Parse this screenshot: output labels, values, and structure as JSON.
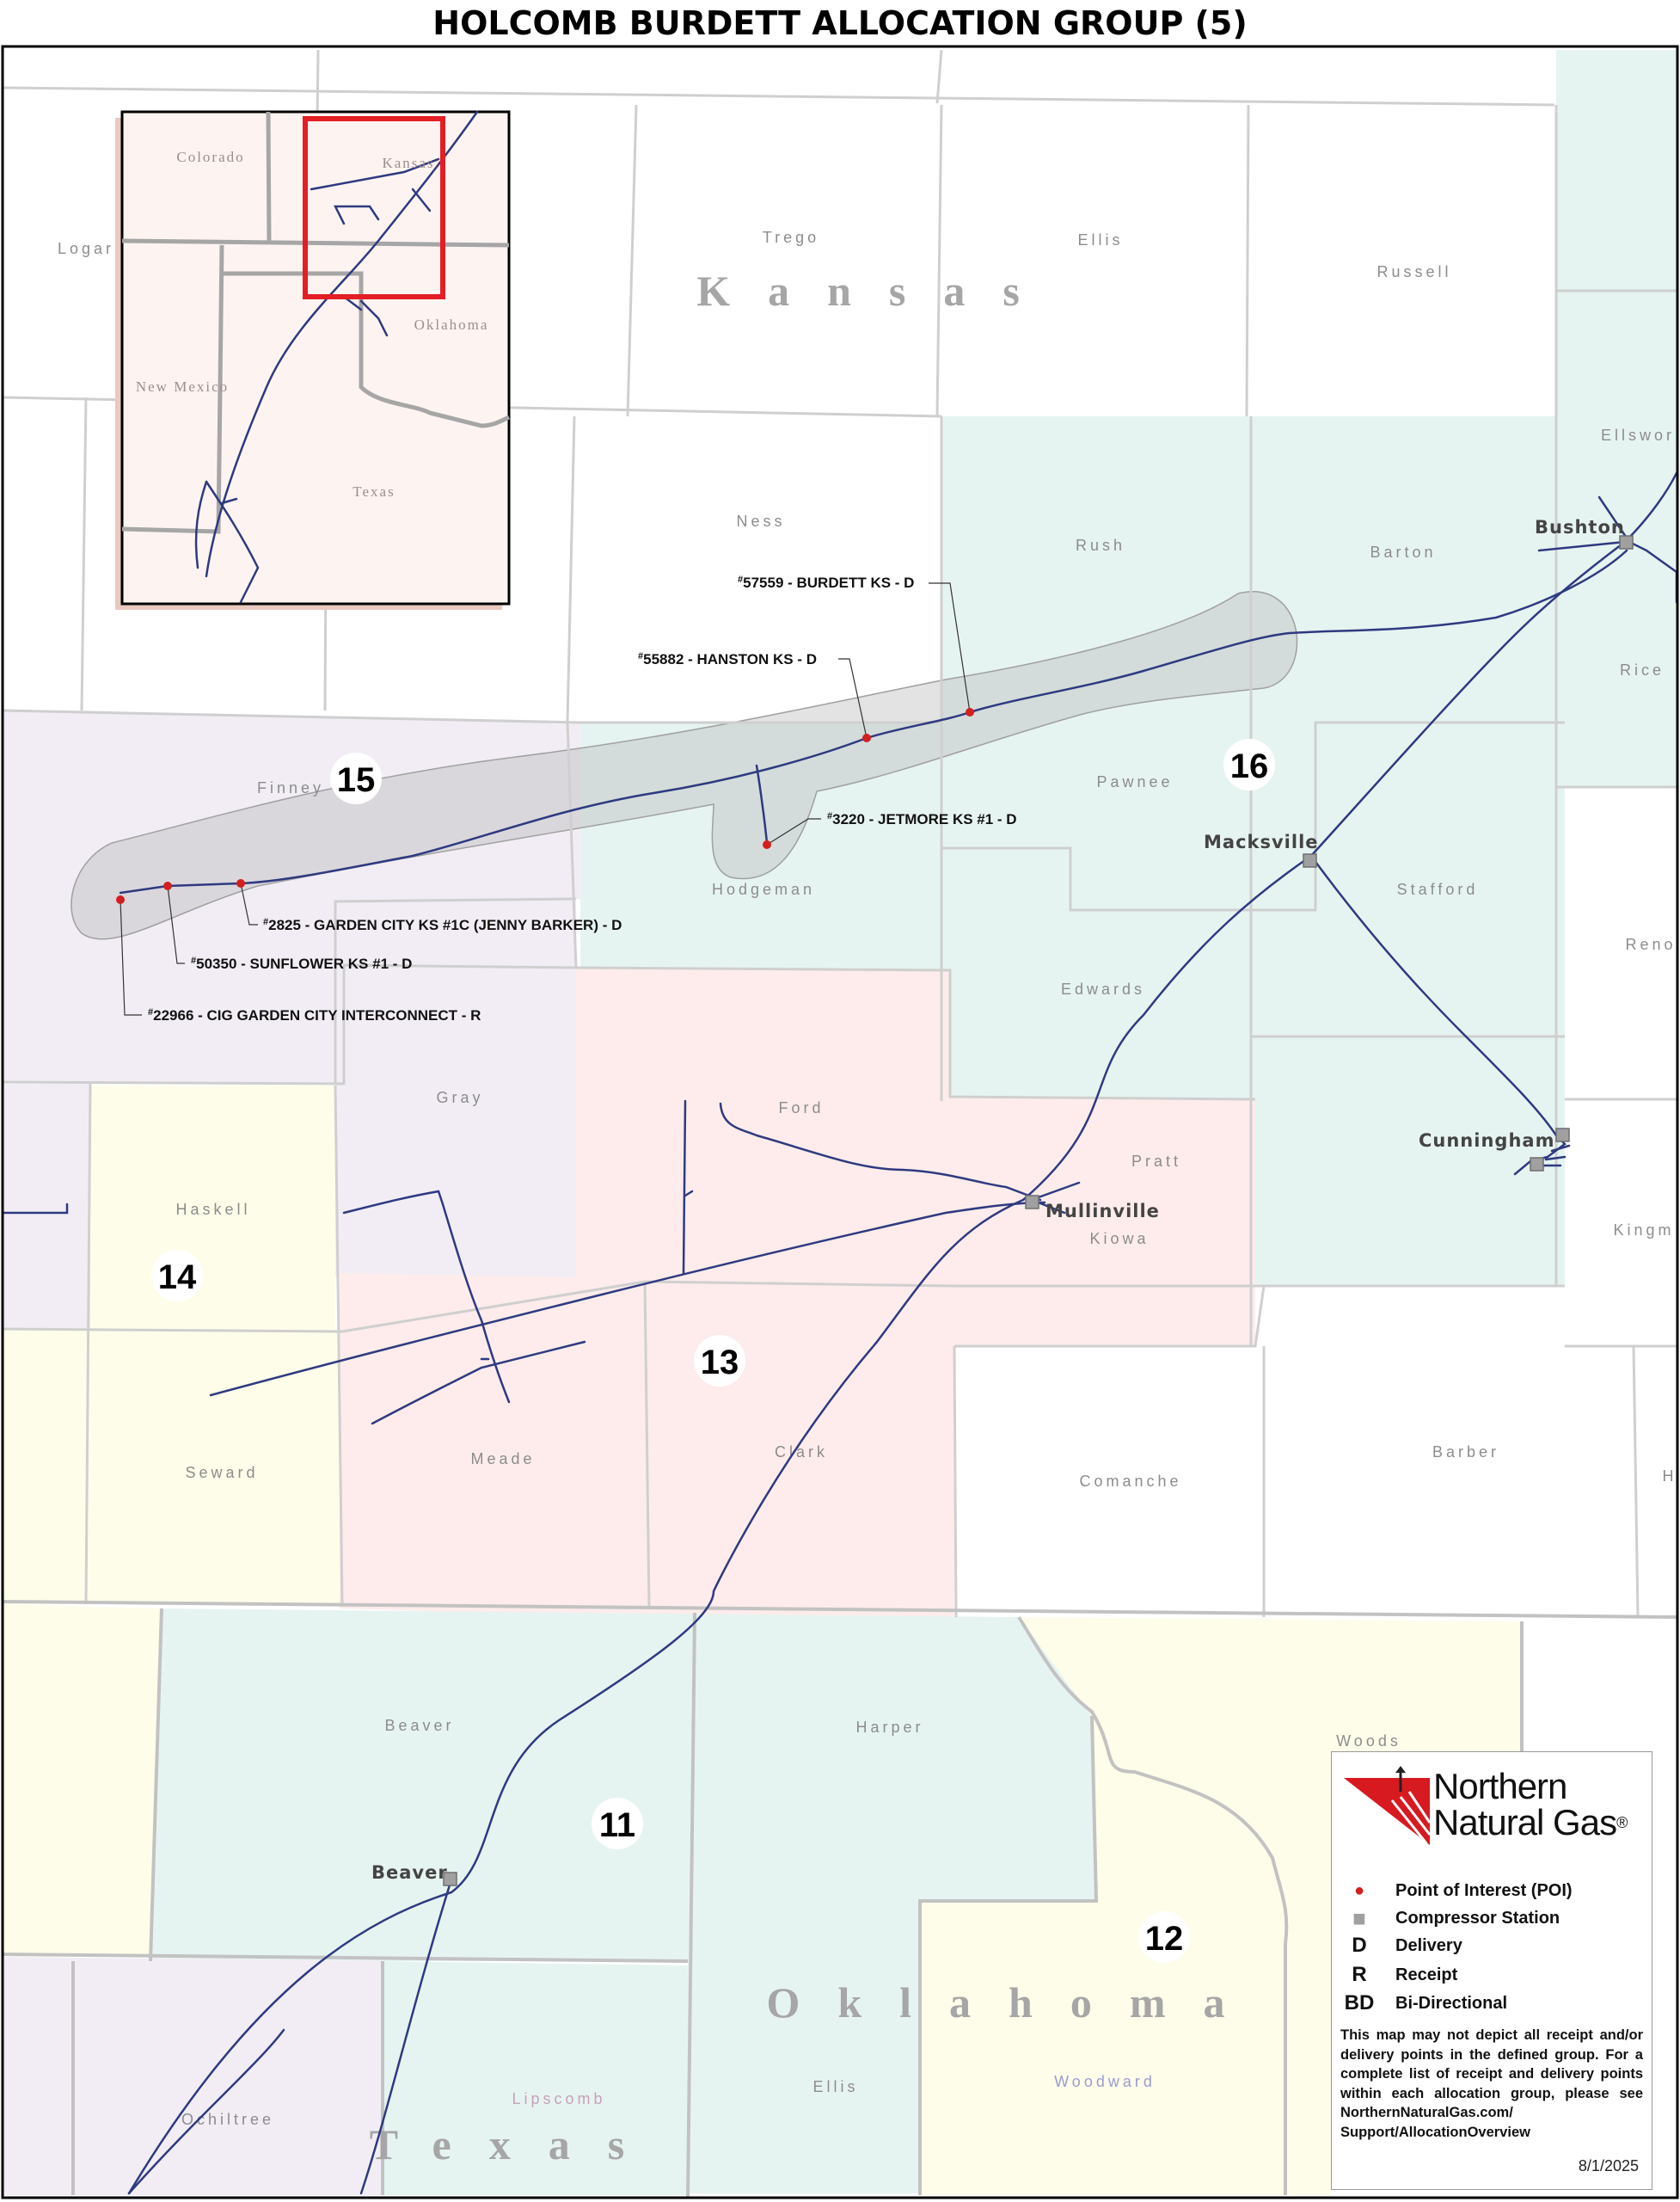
{
  "title": "HOLCOMB BURDETT ALLOCATION GROUP (5)",
  "states": {
    "kansas": "Kansas",
    "oklahoma": "Oklahoma",
    "texas": "Texas"
  },
  "counties": {
    "logan": "Logar",
    "trego": "Trego",
    "ellis_ks": "Ellis",
    "russell": "Russell",
    "ellsworth": "Ellswor",
    "ness": "Ness",
    "rush": "Rush",
    "barton": "Barton",
    "rice": "Rice",
    "finney": "Finney",
    "hodgeman": "Hodgeman",
    "pawnee": "Pawnee",
    "stafford": "Stafford",
    "reno": "Reno",
    "edwards": "Edwards",
    "gray": "Gray",
    "ford": "Ford",
    "pratt": "Pratt",
    "kingman": "Kingm",
    "haskell": "Haskell",
    "kiowa": "Kiowa",
    "seward": "Seward",
    "meade": "Meade",
    "clark": "Clark",
    "comanche": "Comanche",
    "barber": "Barber",
    "harper_ks": "H",
    "beaver": "Beaver",
    "harper_ok": "Harper",
    "woods": "Woods",
    "ellis_ok": "Ellis",
    "woodward": "Woodward",
    "ochiltree": "Ochiltree",
    "lipscomb": "Lipscomb"
  },
  "inset": {
    "colorado": "Colorado",
    "kansas": "Kansas",
    "oklahoma": "Oklahoma",
    "new_mexico": "New Mexico",
    "texas": "Texas"
  },
  "group_numbers": {
    "g15": "15",
    "g16": "16",
    "g14": "14",
    "g13": "13",
    "g11": "11",
    "g12": "12"
  },
  "stations": {
    "bushton": "Bushton",
    "macksville": "Macksville",
    "cunningham": "Cunningham",
    "mullinville": "Mullinville",
    "beaver": "Beaver"
  },
  "pois": [
    {
      "hash": "#",
      "label": "57559 - BURDETT KS - D"
    },
    {
      "hash": "#",
      "label": "55882 - HANSTON KS - D"
    },
    {
      "hash": "#",
      "label": "3220 - JETMORE KS #1 - D"
    },
    {
      "hash": "#",
      "label": "2825 - GARDEN CITY KS #1C (JENNY BARKER) - D"
    },
    {
      "hash": "#",
      "label": "50350 - SUNFLOWER KS #1 - D"
    },
    {
      "hash": "#",
      "label": "22966 - CIG GARDEN CITY INTERCONNECT - R"
    }
  ],
  "legend": {
    "brand_line1": "Northern",
    "brand_line2": "Natural Gas",
    "brand_mark": "®",
    "items": [
      {
        "symbol": "●",
        "label": "Point of Interest (POI)"
      },
      {
        "symbol": "■",
        "label": "Compressor Station"
      },
      {
        "symbol": "D",
        "label": "Delivery"
      },
      {
        "symbol": "R",
        "label": "Receipt"
      },
      {
        "symbol": "BD",
        "label": "Bi-Directional"
      }
    ],
    "disclaimer": "This map may not depict all receipt and/or delivery points in the defined group. For a complete list of receipt and delivery points within each allocation group, please see NorthernNaturalGas.com/ Support/AllocationOverview"
  },
  "date": "8/1/2025",
  "colors": {
    "pipeline": "#2e3a80",
    "poi": "#d41f1f",
    "station": "#a0a0a0",
    "inset_frame": "#e31e24",
    "group_teal": "#e6f4f1",
    "group_lavender": "#f2edf5",
    "group_pink": "#fdeceb",
    "group_yellow": "#fefdea",
    "corridor": "#b9b9b9"
  }
}
